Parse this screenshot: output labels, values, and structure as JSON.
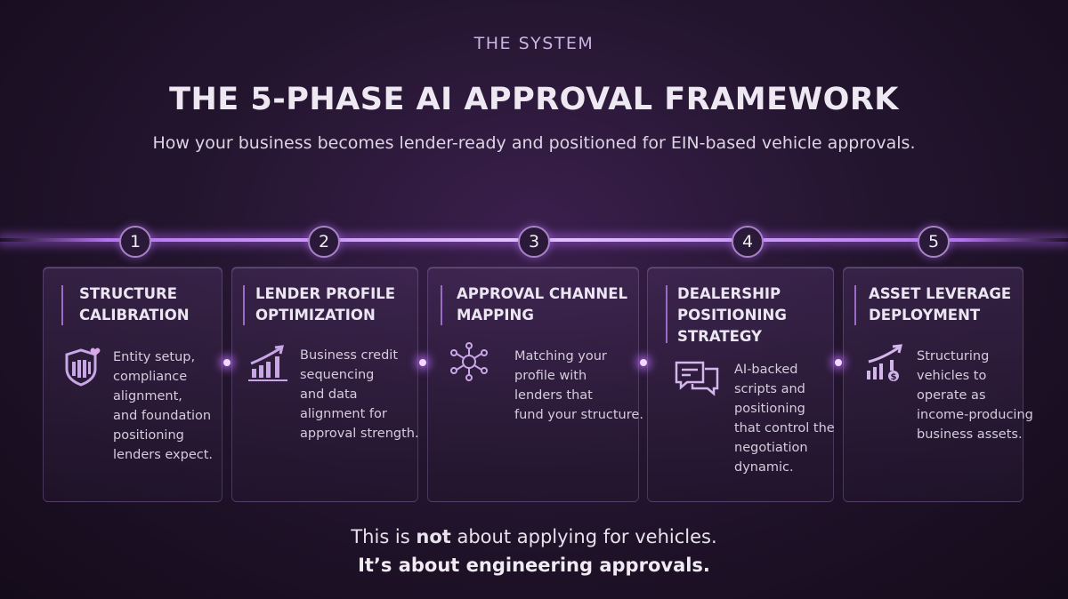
{
  "header": {
    "kicker": "THE SYSTEM",
    "title": "THE 5-PHASE AI APPROVAL FRAMEWORK",
    "subtitle": "How your business becomes lender-ready and positioned for EIN-based vehicle approvals."
  },
  "phases": [
    {
      "number": "1",
      "title": [
        "STRUCTURE",
        "CALIBRATION"
      ],
      "icon": "shield-chart-icon",
      "desc": [
        "Entity setup,",
        "compliance",
        "alignment,",
        "and foundation",
        "positioning",
        "lenders expect."
      ]
    },
    {
      "number": "2",
      "title": [
        "LENDER PROFILE",
        "OPTIMIZATION"
      ],
      "icon": "growth-chart-icon",
      "desc": [
        "Business credit",
        "sequencing",
        "and data",
        "alignment for",
        "approval strength."
      ]
    },
    {
      "number": "3",
      "title": [
        "APPROVAL CHANNEL",
        "MAPPING"
      ],
      "icon": "network-icon",
      "desc": [
        "Matching your",
        "profile with",
        "lenders that",
        "fund your structure."
      ]
    },
    {
      "number": "4",
      "title": [
        "DEALERSHIP",
        "POSITIONING",
        "STRATEGY"
      ],
      "icon": "chat-bubbles-icon",
      "desc": [
        "AI-backed",
        "scripts and",
        "positioning",
        "that control the",
        "negotiation",
        "dynamic."
      ]
    },
    {
      "number": "5",
      "title": [
        "ASSET LEVERAGE",
        "DEPLOYMENT"
      ],
      "icon": "dollar-growth-icon",
      "desc": [
        "Structuring",
        "vehicles to",
        "operate as",
        "income-producing",
        "business assets."
      ]
    }
  ],
  "footer": {
    "line1_pre": "This is ",
    "line1_bold": "not",
    "line1_post": " about applying for vehicles.",
    "line2": "It’s about engineering approvals."
  },
  "colors": {
    "accent": "#b675f0",
    "background": "#24152f"
  }
}
